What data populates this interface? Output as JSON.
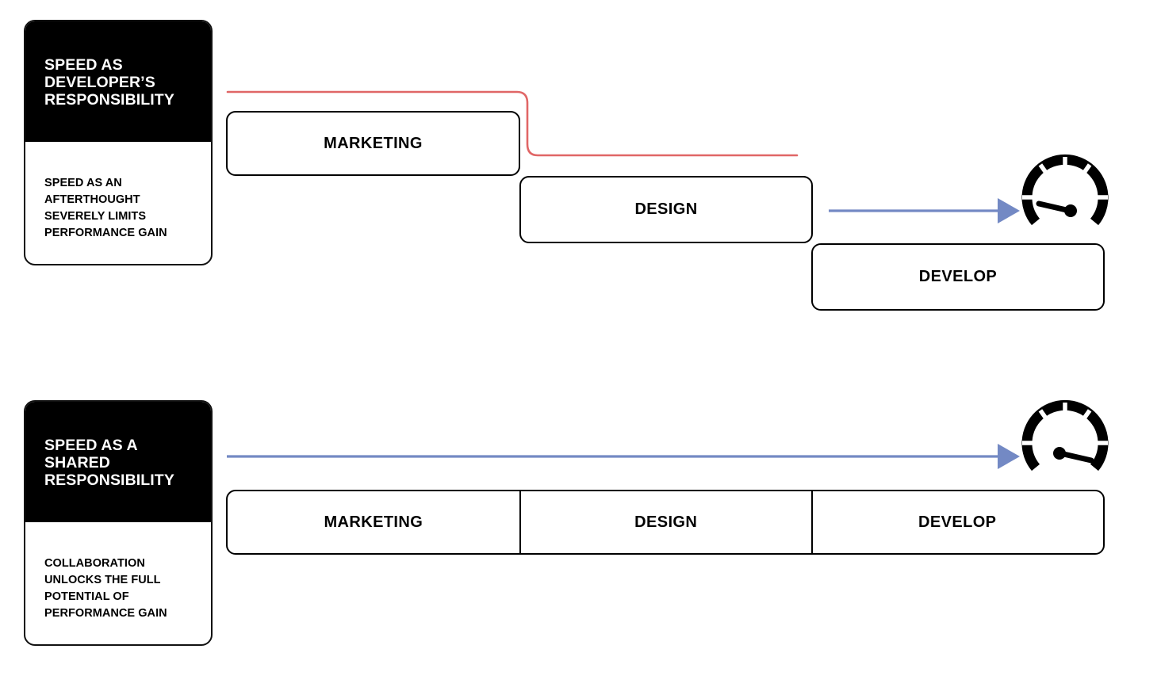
{
  "diagram": {
    "title_text_hidden": "",
    "colors": {
      "black": "#000000",
      "white": "#ffffff",
      "red_line": "#e06666",
      "blue_arrow": "#7389c4"
    },
    "rows": [
      {
        "id": "row-sequential",
        "card": {
          "heading": "SPEED AS\nDEVELOPER’S\nRESPONSIBILITY",
          "body": "SPEED AS AN\nAFTERTHOUGHT\nSEVERELY LIMITS\nPERFORMANCE GAIN"
        },
        "stages": [
          {
            "label": "MARKETING"
          },
          {
            "label": "DESIGN"
          },
          {
            "label": "DEVELOP"
          }
        ],
        "gauge": {
          "name": "speedometer-low",
          "needle_position": "low",
          "needle_angle_deg": 200
        },
        "connectors": [
          {
            "name": "timeline-drop-line",
            "color": "#e06666",
            "style": "solid"
          },
          {
            "name": "speed-arrow",
            "color": "#7389c4",
            "style": "arrow"
          }
        ]
      },
      {
        "id": "row-shared",
        "card": {
          "heading": "SPEED AS A\nSHARED\nRESPONSIBILITY",
          "body": "COLLABORATION\nUNLOCKS THE FULL\nPOTENTIAL OF\nPERFORMANCE GAIN"
        },
        "stages": [
          {
            "label": "MARKETING"
          },
          {
            "label": "DESIGN"
          },
          {
            "label": "DEVELOP"
          }
        ],
        "gauge": {
          "name": "speedometer-high",
          "needle_position": "high",
          "needle_angle_deg": 20
        },
        "connectors": [
          {
            "name": "speed-arrow",
            "color": "#7389c4",
            "style": "arrow"
          }
        ]
      }
    ]
  }
}
